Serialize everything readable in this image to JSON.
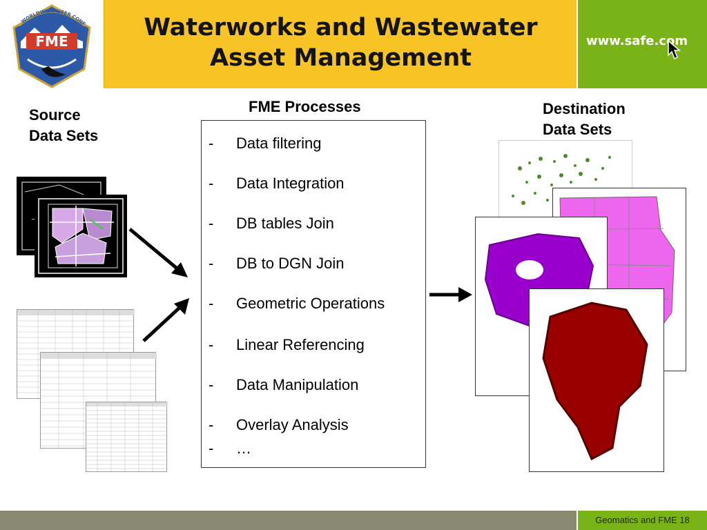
{
  "header": {
    "logo_text": "WORLDWIDE USER CONFERENCE",
    "title_line1": "Waterworks and Wastewater",
    "title_line2": "Asset Management",
    "url": "www.safe.com"
  },
  "labels": {
    "source_line1": "Source",
    "source_line2": "Data Sets",
    "processes": "FME Processes",
    "dest_line1": "Destination",
    "dest_line2": "Data Sets"
  },
  "processes": {
    "dash": "-",
    "items": [
      "Data filtering",
      "Data Integration",
      "DB tables Join",
      "DB to DGN Join",
      "Geometric Operations",
      "Linear Referencing",
      "Data Manipulation",
      "Overlay Analysis",
      "…"
    ]
  },
  "footer": {
    "text": "Geomatics and FME 18"
  },
  "colors": {
    "title_band": "#f7c325",
    "url_band": "#7ab317",
    "footer_bar": "#8a8a72",
    "map_green": "#4a8a2a",
    "map_pink": "#ee66ee",
    "map_purple": "#9900cc",
    "map_red": "#990000"
  }
}
